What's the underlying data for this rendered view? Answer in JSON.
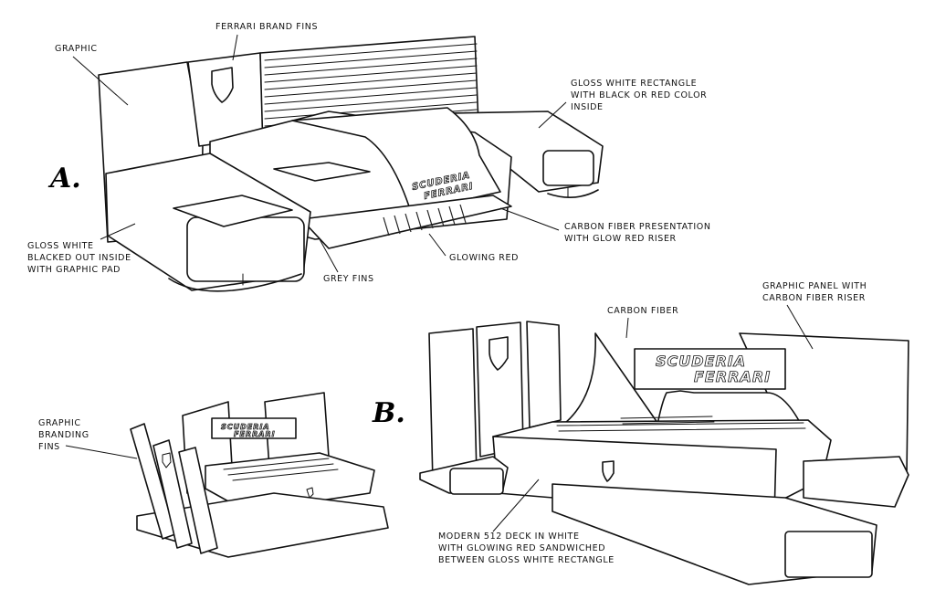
{
  "section_labels": {
    "a": "A.",
    "b": "B."
  },
  "callouts_a": {
    "graphic": "GRAPHIC",
    "ferrari_brand_fins": "FERRARI BRAND FINS",
    "gloss_white_rect_1": "GLOSS WHITE RECTANGLE",
    "gloss_white_rect_2": "WITH BLACK OR RED COLOR",
    "gloss_white_rect_3": "INSIDE",
    "gloss_white_blacked_1": "GLOSS WHITE",
    "gloss_white_blacked_2": "BLACKED OUT INSIDE",
    "gloss_white_blacked_3": "WITH GRAPHIC PAD",
    "carbon_fiber_presentation_1": "CARBON FIBER PRESENTATION",
    "carbon_fiber_presentation_2": "WITH GLOW RED RISER",
    "glowing_red": "GLOWING RED",
    "grey_fins": "GREY FINS"
  },
  "callouts_b": {
    "graphic_panel_1": "GRAPHIC PANEL WITH",
    "graphic_panel_2": "CARBON FIBER RISER",
    "carbon_fiber": "CARBON FIBER",
    "graphic_branding_1": "GRAPHIC",
    "graphic_branding_2": "BRANDING",
    "graphic_branding_3": "FINS",
    "modern_deck_1": "MODERN 512 DECK IN WHITE",
    "modern_deck_2": "WITH GLOWING RED SANDWICHED",
    "modern_deck_3": "BETWEEN GLOSS WHITE RECTANGLE"
  },
  "logo": {
    "line1": "SCUDERIA",
    "line2": "FERRARI"
  },
  "colors": {
    "ink": "#111111",
    "background": "#ffffff"
  }
}
